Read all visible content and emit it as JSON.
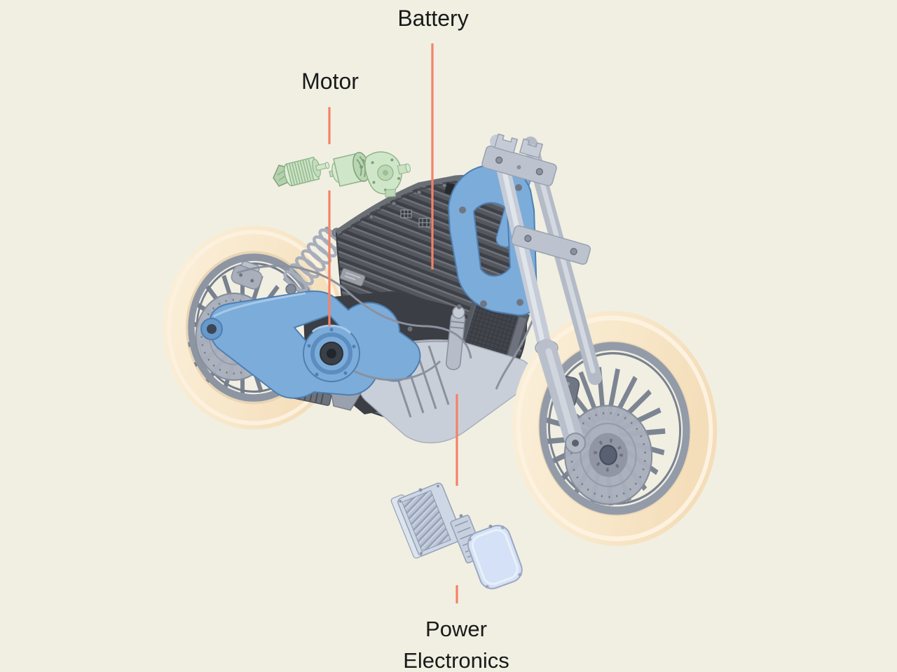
{
  "diagram": {
    "labels": {
      "battery": "Battery",
      "motor": "Motor",
      "power_electronics_line1": "Power",
      "power_electronics_line2": "Electronics"
    },
    "components": [
      "Battery",
      "Motor",
      "Power Electronics"
    ]
  },
  "colors": {
    "background": "#f0efe2",
    "label-text": "#1a1a1a",
    "leader-line": "#f28368",
    "tire": "#f8e8cb",
    "wheel-grey": "#8d95a3",
    "swingarm-blue": "#7cacda",
    "battery-dark": "#54575e",
    "motor-green": "#cfe7c8",
    "electronics-blue": "#c7d2e2",
    "metal-grey": "#c6ccd7"
  }
}
